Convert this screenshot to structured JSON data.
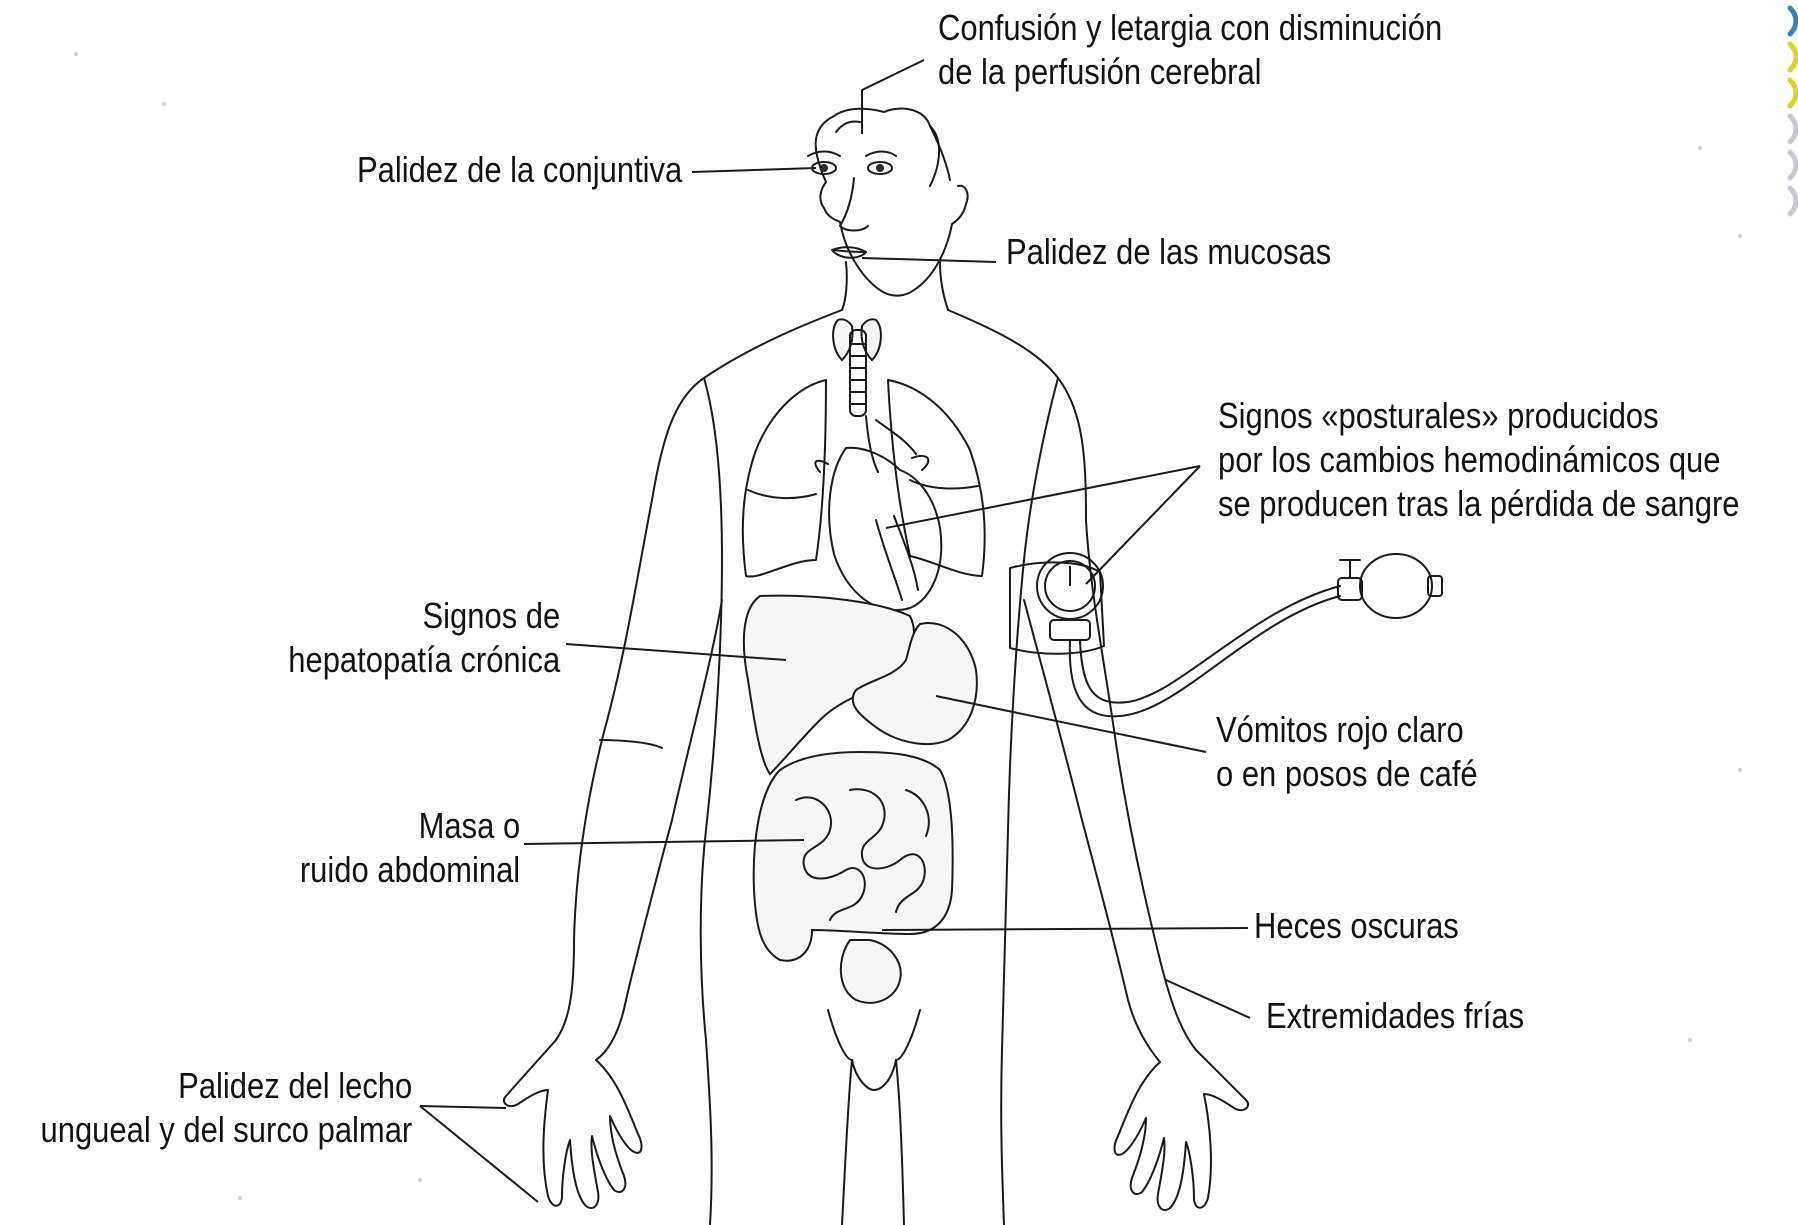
{
  "labels": {
    "confusion": [
      "Confusión y letargia con disminución",
      "de la perfusión cerebral"
    ],
    "conjuntiva": [
      "Palidez de la conjuntiva"
    ],
    "mucosas": [
      "Palidez de las mucosas"
    ],
    "posturales": [
      "Signos «posturales» producidos",
      "por los cambios hemodinámicos que",
      "se producen tras la pérdida de sangre"
    ],
    "hepatopatia": [
      "Signos de",
      "hepatopatía crónica"
    ],
    "vomitos": [
      "Vómitos rojo claro",
      "o en posos de café"
    ],
    "masa": [
      "Masa o",
      "ruido abdominal"
    ],
    "heces": [
      "Heces oscuras"
    ],
    "extremidades": [
      "Extremidades frías"
    ],
    "lecho": [
      "Palidez del lecho",
      "ungueal y del surco palmar"
    ]
  },
  "figure": {
    "subject": "human-torso-anatomy",
    "device": "sphygmomanometer",
    "stroke_color": "#1b1b1b",
    "paper_color": "#ffffff",
    "accent_marks": [
      "#2e86c1",
      "#e0d21a",
      "#e0d21a",
      "#c7c9d9",
      "#c7c9d9",
      "#c7c9d9"
    ]
  }
}
